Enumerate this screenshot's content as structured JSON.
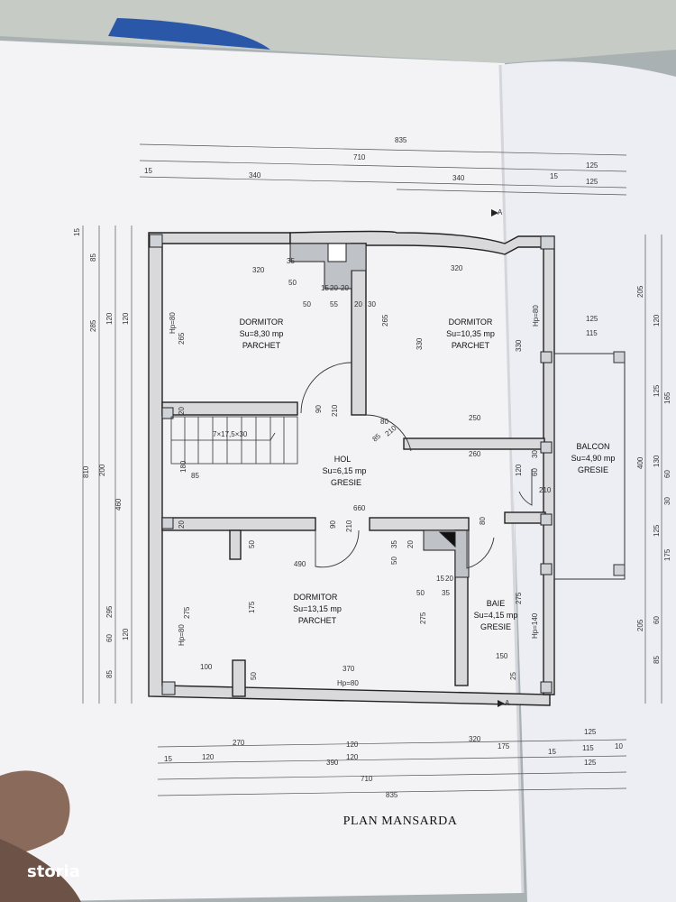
{
  "plan_title": "PLAN MANSARDA",
  "watermark": "storia",
  "rooms": {
    "bed1": {
      "name": "DORMITOR",
      "area": "Su=8,30 mp",
      "floor": "PARCHET"
    },
    "bed2": {
      "name": "DORMITOR",
      "area": "Su=10,35 mp",
      "floor": "PARCHET"
    },
    "hall": {
      "name": "HOL",
      "area": "Su=6,15 mp",
      "floor": "GRESIE"
    },
    "bed3": {
      "name": "DORMITOR",
      "area": "Su=13,15 mp",
      "floor": "PARCHET"
    },
    "bath": {
      "name": "BAIE",
      "area": "Su=4,15 mp",
      "floor": "GRESIE"
    },
    "balcony": {
      "name": "BALCON",
      "area": "Su=4,90 mp",
      "floor": "GRESIE"
    }
  },
  "stair_label": "7×17,5×30",
  "section_marker": "A",
  "top_dims": {
    "r1": "835",
    "r2": "710",
    "r3a": "15",
    "r3b": "340",
    "r3c": "340",
    "r3d": "15",
    "r3e": "125",
    "r3f": "125"
  },
  "bottom_dims": {
    "a": "270",
    "b": "120",
    "c": "320",
    "d": "175",
    "e": "15",
    "f": "115",
    "g": "10",
    "h": "125",
    "i": "15",
    "j": "120",
    "k": "390",
    "l": "120",
    "m": "125",
    "n": "710",
    "o": "835"
  },
  "left_dims": {
    "a": "15",
    "b": "85",
    "c": "285",
    "d": "120",
    "e": "120",
    "f": "810",
    "g": "200",
    "h": "460",
    "i": "295",
    "j": "60",
    "k": "120",
    "l": "85"
  },
  "right_dims": {
    "a": "205",
    "b": "120",
    "c": "125",
    "d": "165",
    "e": "400",
    "f": "130",
    "g": "60",
    "h": "30",
    "i": "125",
    "j": "175",
    "k": "205",
    "l": "60",
    "m": "85"
  },
  "inner_dims": {
    "d320a": "320",
    "d320b": "320",
    "d35": "35",
    "d50a": "50",
    "d15a": "15",
    "d20a": "20",
    "d20b": "20",
    "d50b": "50",
    "d55": "55",
    "d20c": "20",
    "d30": "30",
    "hp80a": "Hp=80",
    "d265a": "265",
    "d265b": "265",
    "d330a": "330",
    "d330b": "330",
    "hp80b": "Hp=80",
    "d125": "125",
    "d115": "115",
    "d90a": "90",
    "d210a": "210",
    "d80a": "80",
    "d210b": "210",
    "d85a": "85",
    "d250": "250",
    "d260": "260",
    "d180": "180",
    "d85b": "85",
    "d20d": "20",
    "d20e": "20",
    "d30b": "30",
    "d60": "60",
    "d120": "120",
    "d210c": "210",
    "d660": "660",
    "d90b": "90",
    "d210d": "210",
    "d80b": "80",
    "d490": "490",
    "d50c": "50",
    "d35b": "35",
    "d20f": "20",
    "d50d": "50",
    "d15b": "15",
    "d20g": "20",
    "d175": "175",
    "d50e": "50",
    "d35c": "35",
    "d275a": "275",
    "d275b": "275",
    "d275c": "275",
    "hp80c": "Hp=80",
    "hp140": "Hp=140",
    "d100": "100",
    "d370": "370",
    "d50f": "50",
    "hp80d": "Hp=80",
    "d150": "150",
    "d25": "25"
  }
}
